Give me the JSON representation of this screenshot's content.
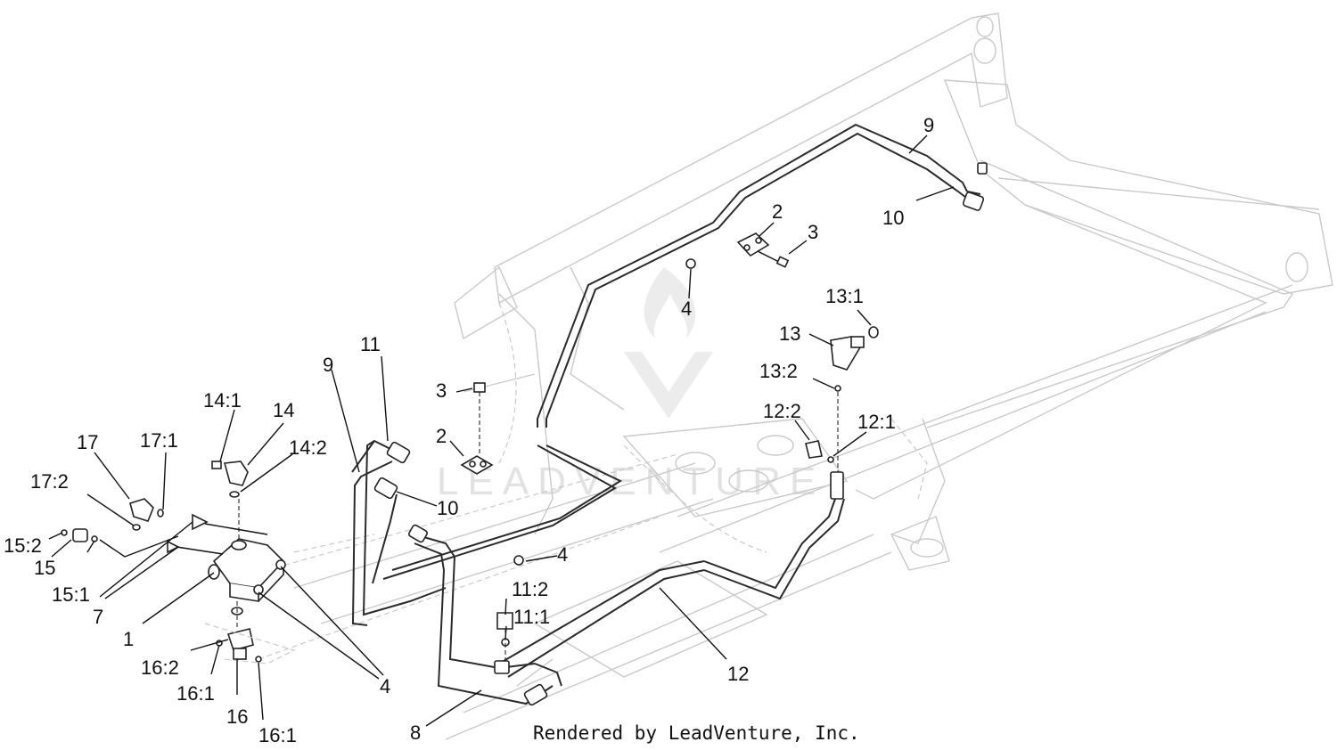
{
  "callouts": [
    {
      "id": "c9a",
      "text": "9"
    },
    {
      "id": "c10a",
      "text": "10"
    },
    {
      "id": "c2a",
      "text": "2"
    },
    {
      "id": "c3a",
      "text": "3"
    },
    {
      "id": "c4a",
      "text": "4"
    },
    {
      "id": "c13_1",
      "text": "13:1"
    },
    {
      "id": "c13",
      "text": "13"
    },
    {
      "id": "c13_2",
      "text": "13:2"
    },
    {
      "id": "c12_2",
      "text": "12:2"
    },
    {
      "id": "c12_1",
      "text": "12:1"
    },
    {
      "id": "c11a",
      "text": "11"
    },
    {
      "id": "c9b",
      "text": "9"
    },
    {
      "id": "c3b",
      "text": "3"
    },
    {
      "id": "c2b",
      "text": "2"
    },
    {
      "id": "c10b",
      "text": "10"
    },
    {
      "id": "c4b",
      "text": "4"
    },
    {
      "id": "c14_1",
      "text": "14:1"
    },
    {
      "id": "c14",
      "text": "14"
    },
    {
      "id": "c14_2",
      "text": "14:2"
    },
    {
      "id": "c17",
      "text": "17"
    },
    {
      "id": "c17_1",
      "text": "17:1"
    },
    {
      "id": "c17_2",
      "text": "17:2"
    },
    {
      "id": "c15_2",
      "text": "15:2"
    },
    {
      "id": "c15",
      "text": "15"
    },
    {
      "id": "c15_1",
      "text": "15:1"
    },
    {
      "id": "c7",
      "text": "7"
    },
    {
      "id": "c1",
      "text": "1"
    },
    {
      "id": "c16_2",
      "text": "16:2"
    },
    {
      "id": "c16_1a",
      "text": "16:1"
    },
    {
      "id": "c16",
      "text": "16"
    },
    {
      "id": "c16_1b",
      "text": "16:1"
    },
    {
      "id": "c4c",
      "text": "4"
    },
    {
      "id": "c11_2",
      "text": "11:2"
    },
    {
      "id": "c11_1",
      "text": "11:1"
    },
    {
      "id": "c12",
      "text": "12"
    },
    {
      "id": "c8",
      "text": "8"
    }
  ],
  "watermark": "LEADVENTURE",
  "credit": "Rendered by LeadVenture, Inc."
}
